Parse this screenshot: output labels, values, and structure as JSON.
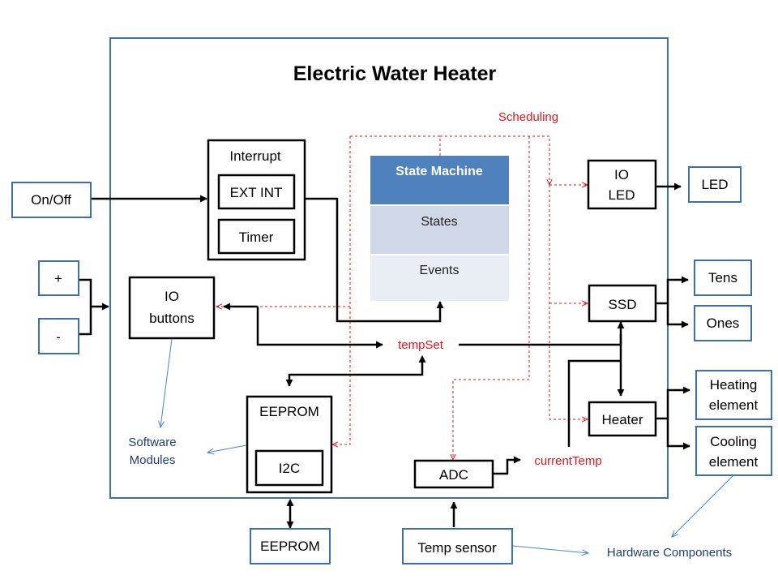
{
  "title": "Electric Water Heater",
  "scheduling_label": "Scheduling",
  "state_machine": {
    "header": "State Machine",
    "rows": [
      "States",
      "Events"
    ]
  },
  "interrupt": {
    "title": "Interrupt",
    "ext_int": "EXT INT",
    "timer": "Timer"
  },
  "io_buttons": [
    "IO",
    "buttons"
  ],
  "io_led": [
    "IO",
    "LED"
  ],
  "ssd": "SSD",
  "heater": "Heater",
  "eeprom_module": {
    "title": "EEPROM",
    "i2c": "I2C"
  },
  "adc": "ADC",
  "temp_set": "tempSet",
  "current_temp": "currentTemp",
  "hardware": {
    "on_off": "On/Off",
    "plus": "+",
    "minus": "-",
    "led": "LED",
    "tens": "Tens",
    "ones": "Ones",
    "heating_element": [
      "Heating",
      "element"
    ],
    "cooling_element": [
      "Cooling",
      "element"
    ],
    "eeprom": "EEPROM",
    "temp_sensor": "Temp sensor"
  },
  "callouts": {
    "software_modules": [
      "Software",
      "Modules"
    ],
    "hardware_components": "Hardware Components"
  },
  "colors": {
    "hardware_border": "#3b6fae",
    "state_machine_header": "#4f81bd",
    "state_machine_states": "#d0d8e8",
    "state_machine_events": "#e9edf4",
    "signal_red": "#e8121b",
    "callout_blue": "#1f3d73"
  }
}
